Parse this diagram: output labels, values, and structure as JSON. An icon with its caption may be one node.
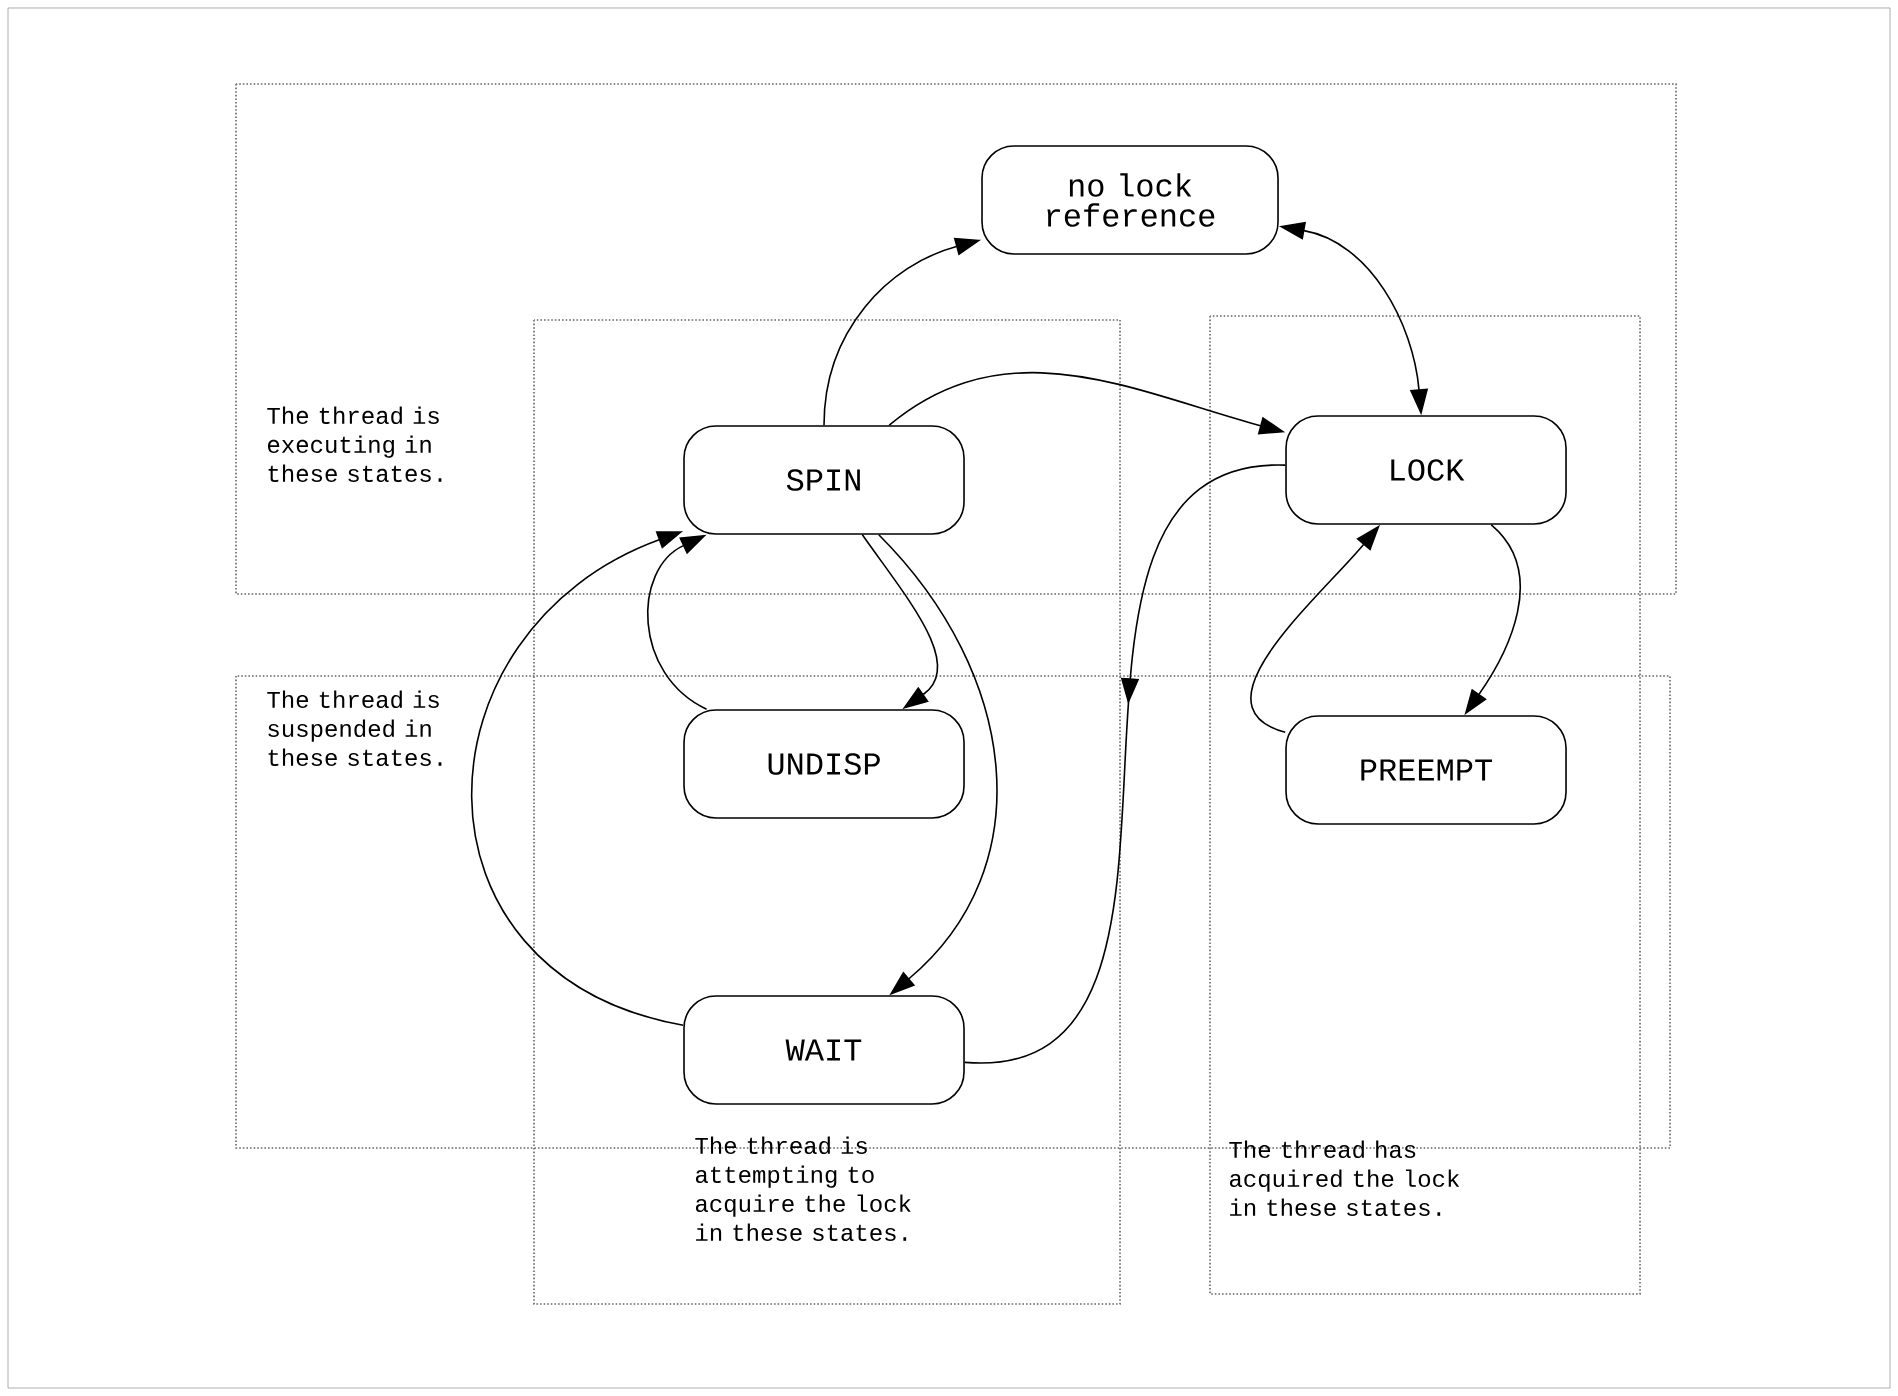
{
  "diagram": {
    "nodes": [
      {
        "text": [
          "no lock reference"
        ]
      },
      {
        "text": [
          "SPIN"
        ]
      },
      {
        "text": [
          "LOCK"
        ]
      },
      {
        "text": [
          "UNDISP"
        ]
      },
      {
        "text": [
          "PREEMPT"
        ]
      },
      {
        "text": [
          "WAIT"
        ]
      }
    ],
    "edges": [
      {
        "from": 1,
        "to": 0,
        "arrow": "to"
      },
      {
        "from": 0,
        "to": 2,
        "arrow": "both"
      },
      {
        "from": 1,
        "to": 2,
        "arrow": "to"
      },
      {
        "from": 1,
        "to": 3,
        "arrow": "to"
      },
      {
        "from": 3,
        "to": 1,
        "arrow": "to"
      },
      {
        "from": 1,
        "to": 5,
        "arrow": "to"
      },
      {
        "from": 5,
        "to": 1,
        "arrow": "to"
      },
      {
        "from": 2,
        "to": 5,
        "arrow": "to"
      },
      {
        "from": 2,
        "to": 4,
        "arrow": "to"
      },
      {
        "from": 4,
        "to": 2,
        "arrow": "to"
      }
    ],
    "labels": [
      "The thread is executing in these states.",
      "The thread is suspended in these states.",
      "The thread is attempting to acquire the lock in these states.",
      "The thread has acquired the lock in these states."
    ]
  }
}
